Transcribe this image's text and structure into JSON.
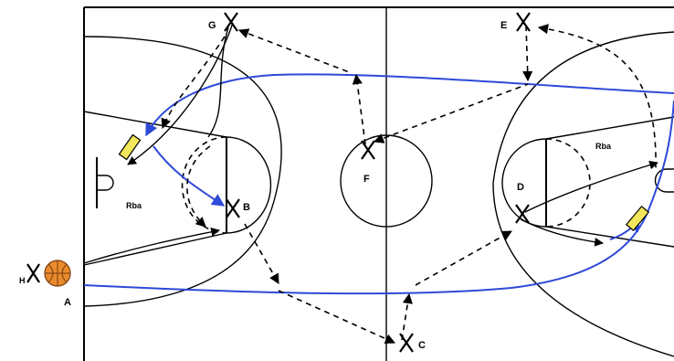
{
  "diagram": {
    "colors": {
      "lines": "#000000",
      "pass_path": "#2f49d8",
      "ball": "#e98b2e",
      "screen": "#f2e65a"
    },
    "labels": {
      "player_a": "A",
      "player_b": "B",
      "player_c": "C",
      "player_d": "D",
      "player_e": "E",
      "player_f": "F",
      "player_g": "G",
      "player_h": "H",
      "rebound_left": "Rba",
      "rebound_right": "Rba"
    }
  }
}
